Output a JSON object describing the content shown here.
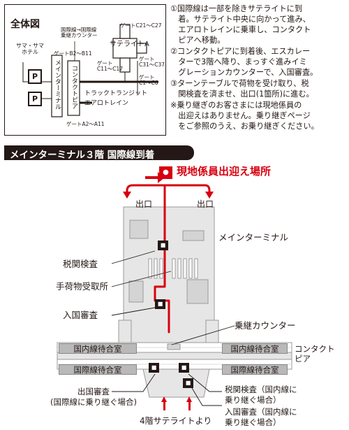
{
  "overview": {
    "title": "全体図",
    "hotel": "サマ・サマ\nホテル",
    "parking": "P",
    "main_terminal": "メインターミナル",
    "contact_pier": "コンタクトピア",
    "transfer_counter": "国際線→国際線\n乗継カウンター",
    "satellite_a": "サテライトA",
    "gate_c21_27": "ゲートC21〜C27",
    "gate_b2_b11": "ゲートB2〜B11",
    "gate_c11_17": "ゲート\nC11〜C17",
    "gate_c31_37": "ゲート\nC31〜C37",
    "gate_c1_6": "ゲート\nC1〜C6",
    "track_transit": "トラックトランジット\nエアロトレイン",
    "gate_a2_a11": "ゲートA2〜A11"
  },
  "notes": [
    "①国際線は一部を除きサテライトに到",
    "　着。サテライト中央に向かって進み、",
    "　エアロトレインに乗車し、コンタクト",
    "　ピアへ移動。",
    "②コンタクトピアに到着後、エスカレー",
    "　ターで3階へ降り、まっすぐ進みイミ",
    "　グレーションカウンターで、入国審査。",
    "③ターンテーブルで荷物を受け取り、税",
    "　関検査を済ませ、出口(1箇所)に進む。",
    "※乗り継ぎのお客さまには現地係員の",
    "　出迎えはありません。乗り継ぎページ",
    "　をご参照のうえ、お乗り継ぎください。"
  ],
  "section_title": "メインターミナル３階 国際線到着",
  "map": {
    "meeting_point": "現地係員出迎え場所",
    "exit_left": "出口",
    "exit_right": "出口",
    "main_terminal": "メインターミナル",
    "customs": "税関検査",
    "baggage_claim": "手荷物受取所",
    "immigration": "入国審査",
    "transfer_counter": "乗継カウンター",
    "domestic_waiting_left": "国内線待合室",
    "domestic_waiting_right": "国内線待合室",
    "intl_waiting_left": "国際線待合室",
    "intl_waiting_right": "国際線待合室",
    "contact_pier": "コンタクト\nピア",
    "immigration_intl_transfer": "出国審査\n(国際線に乗り継ぐ場合)",
    "customs_domestic_transfer": "税関検査（国内線に\n乗り継ぐ場合）",
    "immigration_domestic_transfer": "入国審査（国内線に\n乗り継ぐ場合）",
    "from_satellite": "4階サテライトより"
  },
  "colors": {
    "route_red": "#d7000f",
    "dark": "#231815",
    "gray": "#b9b9b9"
  },
  "icons": {
    "staff": "staff-person-icon",
    "officer": "officer-desk-icon"
  }
}
